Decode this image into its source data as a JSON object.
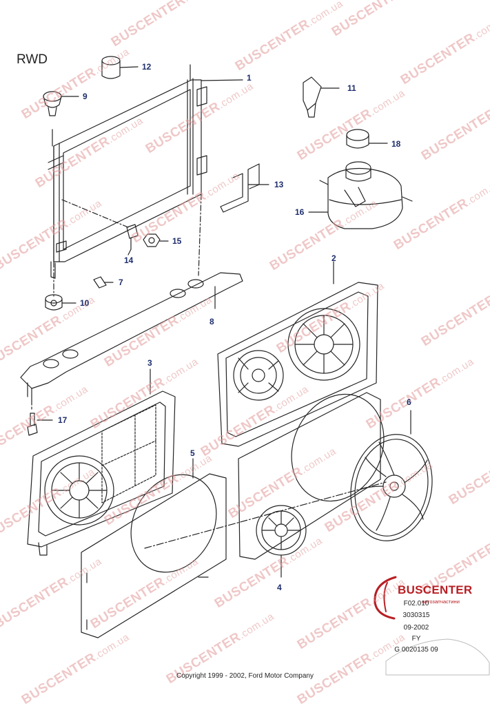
{
  "watermark": {
    "brand": "BUSCENTER",
    "domain": ".com.ua",
    "color": "#e39a9a"
  },
  "diagram": {
    "variant": "RWD",
    "callouts": {
      "c1": "1",
      "c2": "2",
      "c3": "3",
      "c4": "4",
      "c5": "5",
      "c6": "6",
      "c7": "7",
      "c8": "8",
      "c9": "9",
      "c10": "10",
      "c11": "11",
      "c12": "12",
      "c13": "13",
      "c14": "14",
      "c15": "15",
      "c16": "16",
      "c17": "17",
      "c18": "18"
    }
  },
  "logo": {
    "name": "BUSCENTER",
    "tagline": "автозапчастини",
    "color": "#b81f24"
  },
  "reference": {
    "code": "F02.010",
    "number": "3030315",
    "date": "09-2002",
    "model": "FY",
    "illustration": "G 0020135 09"
  },
  "copyright": "Copyright 1999 - 2002, Ford Motor Company"
}
